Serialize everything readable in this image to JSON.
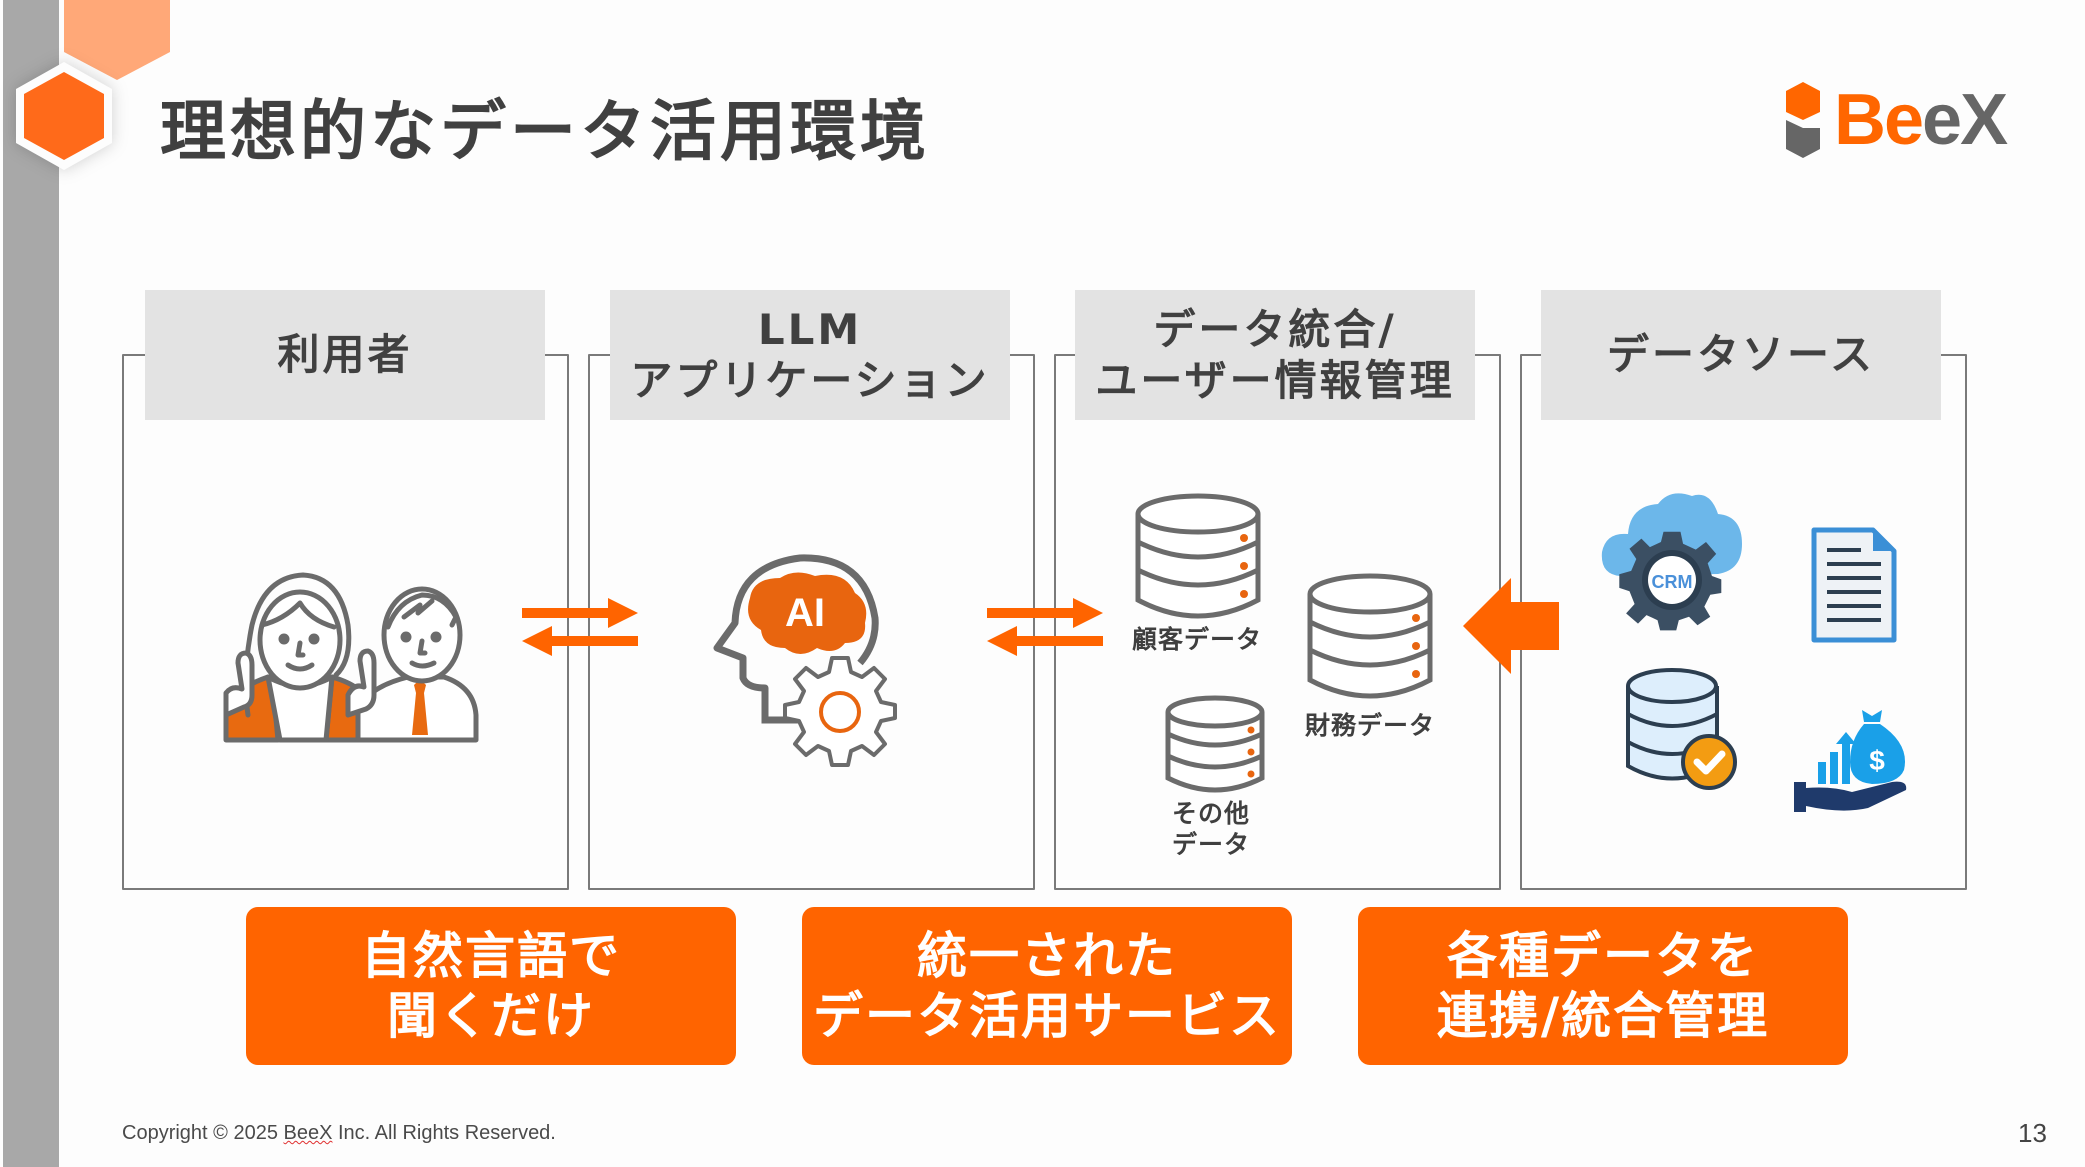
{
  "slide": {
    "title": "理想的なデータ活用環境",
    "page_number": "13",
    "copyright_prefix": "Copyright © 2025 ",
    "copyright_brand": "BeeX",
    "copyright_suffix": " Inc. All Rights Reserved."
  },
  "logo": {
    "part1": "Be",
    "part2": "eX",
    "colors": {
      "orange": "#ff6600",
      "gray": "#666666"
    }
  },
  "columns": [
    {
      "header_lines": [
        "利用者"
      ],
      "icon": "people-icon"
    },
    {
      "header_lines": [
        "LLM",
        "アプリケーション"
      ],
      "icon": "ai-head-gear-icon"
    },
    {
      "header_lines": [
        "データ統合/",
        "ユーザー情報管理"
      ],
      "icon": "database-icons",
      "databases": [
        {
          "label_lines": [
            "顧客データ"
          ]
        },
        {
          "label_lines": [
            "財務データ"
          ]
        },
        {
          "label_lines": [
            "その他",
            "データ"
          ]
        }
      ]
    },
    {
      "header_lines": [
        "データソース"
      ],
      "icons": [
        "crm-cloud-icon",
        "document-icon",
        "database-check-icon",
        "money-growth-icon"
      ],
      "crm_label": "CRM"
    }
  ],
  "arrows": [
    "bidirectional-arrow",
    "bidirectional-arrow",
    "left-arrow"
  ],
  "benefits": [
    {
      "lines": [
        "自然言語で",
        "聞くだけ"
      ]
    },
    {
      "lines": [
        "統一された",
        "データ活用サービス"
      ]
    },
    {
      "lines": [
        "各種データを",
        "連携/統合管理"
      ]
    }
  ],
  "colors": {
    "accent": "#ff6400",
    "header_bg": "#e3e3e3",
    "border": "#7a7a7a",
    "sidebar": "#a8a8a8"
  }
}
